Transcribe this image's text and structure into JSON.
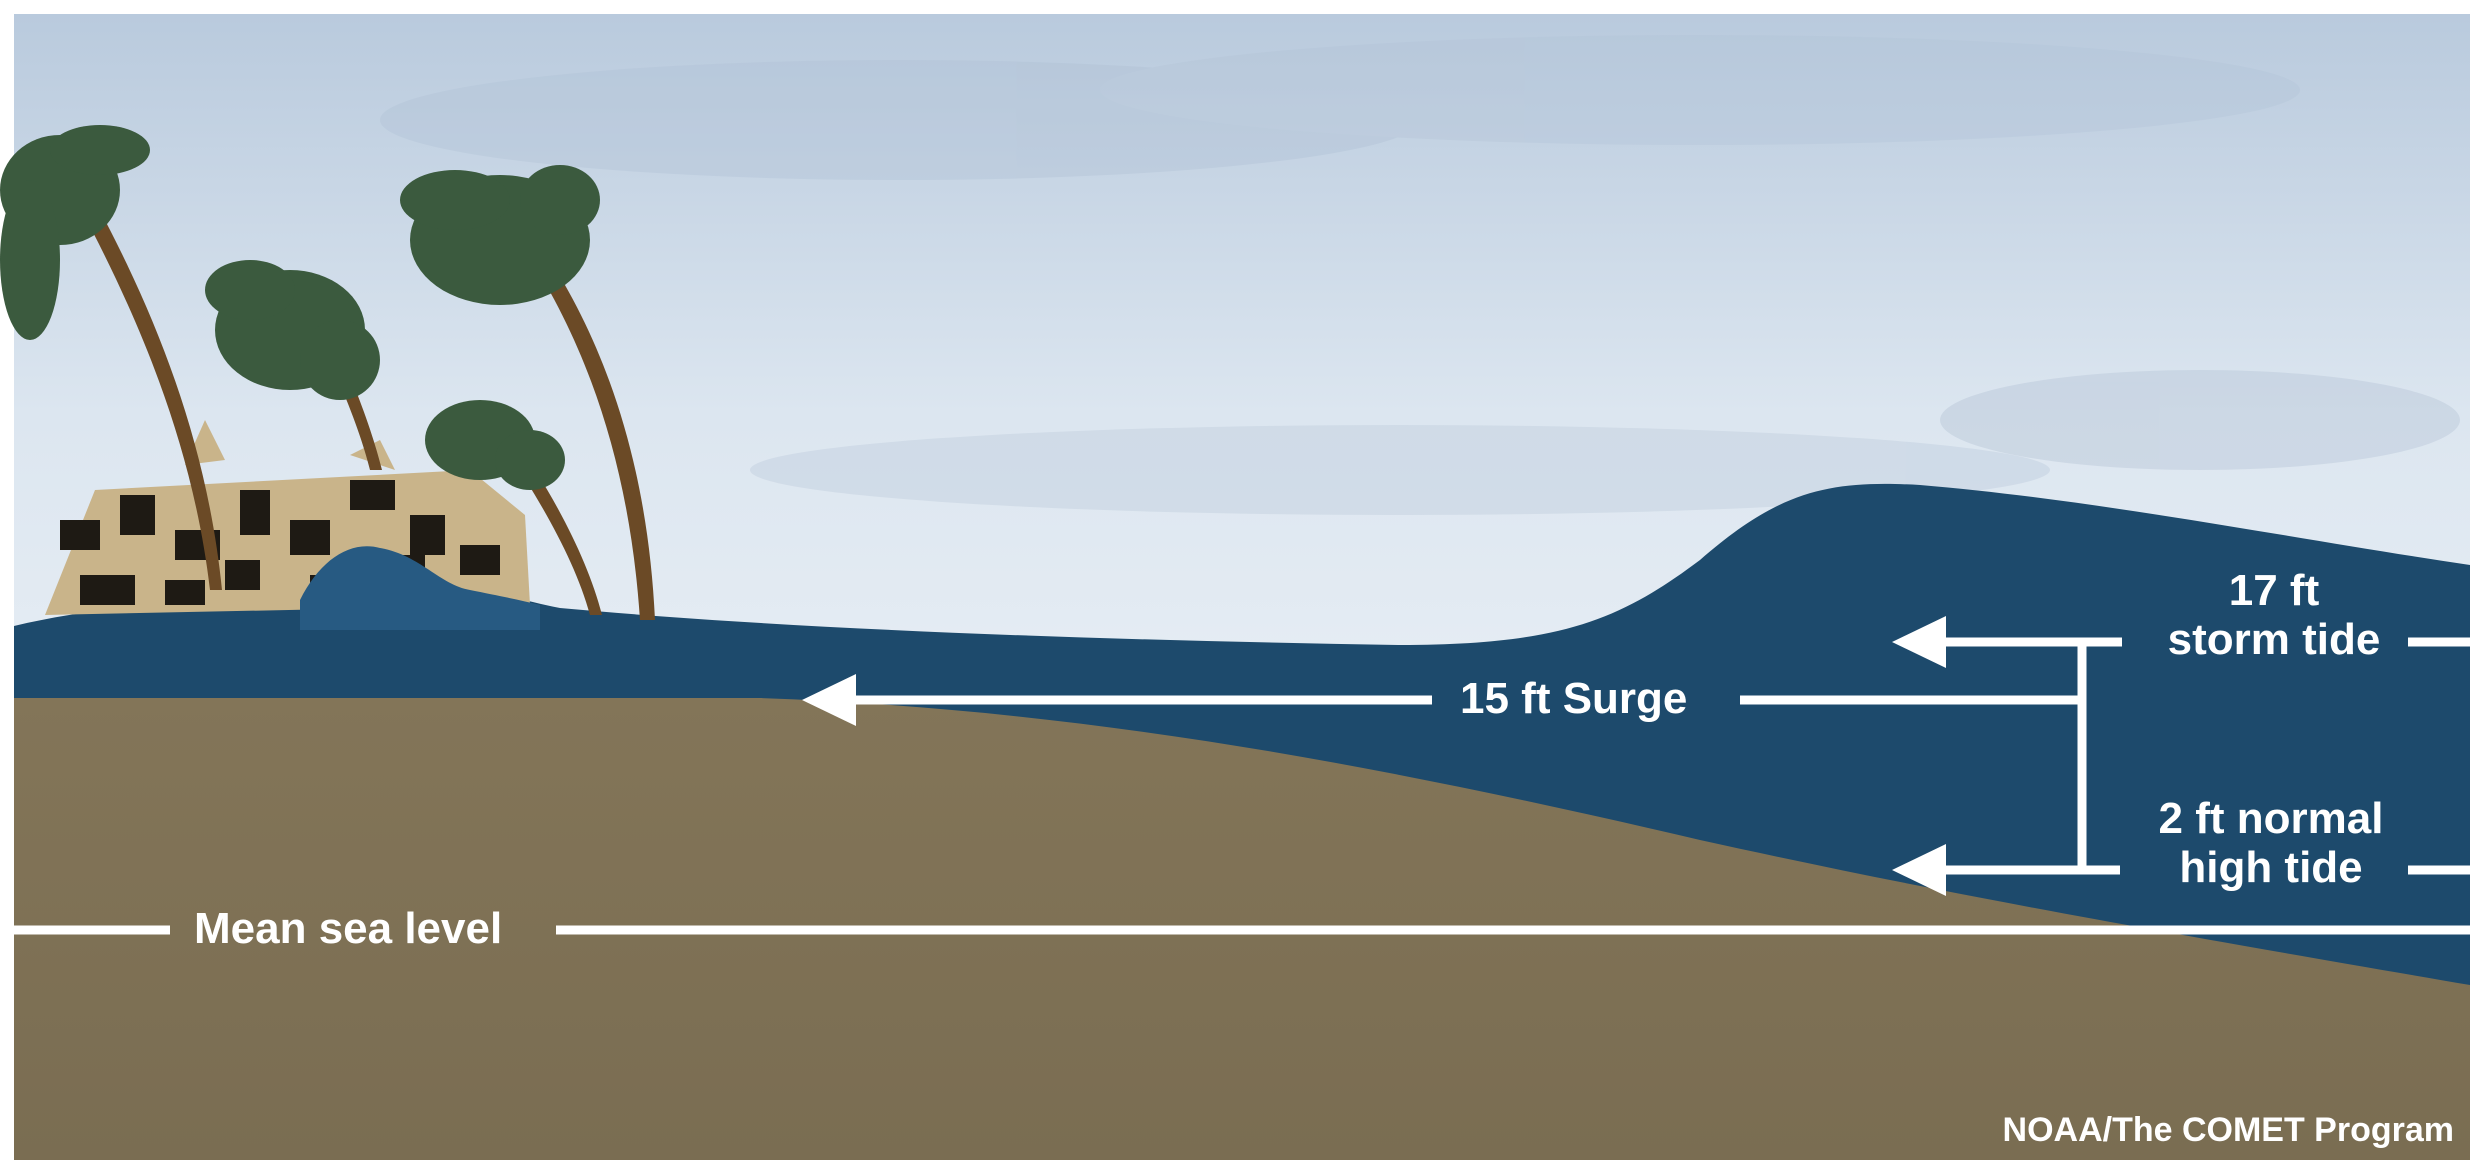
{
  "labels": {
    "storm_tide_value": "17 ft",
    "storm_tide_text": "storm tide",
    "surge": "15 ft Surge",
    "normal_tide_value": "2 ft normal",
    "normal_tide_text": "high tide",
    "mean_sea_level": "Mean sea level"
  },
  "credit": "NOAA/The COMET Program",
  "colors": {
    "sky_top": "#b9cadd",
    "sky_mid": "#e4ecf3",
    "water": "#1d4a6c",
    "ground": "#7e7157",
    "marker_lines": "#ffffff",
    "palm_trunk": "#6b4a26",
    "palm_fronds": "#3b5a3e"
  },
  "icons": [
    "palm-tree-icon",
    "damaged-house-icon",
    "arrow-left-icon"
  ]
}
